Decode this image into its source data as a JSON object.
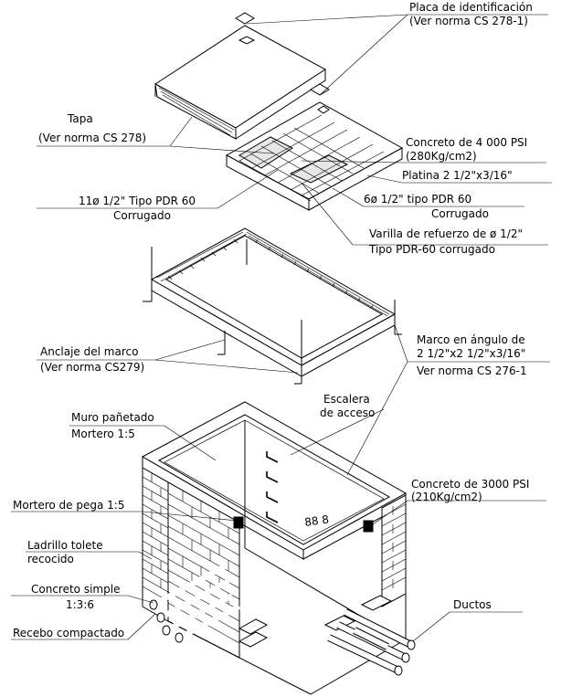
{
  "labels": {
    "placa_1": "Placa de identificación",
    "placa_2": "(Ver norma CS 278-1)",
    "tapa_1": "Tapa",
    "tapa_2": "(Ver norma CS 278)",
    "concreto4000_1": "Concreto de 4 000 PSI",
    "concreto4000_2": "(280Kg/cm2)",
    "platina": "Platina 2 1/2\"x3/16\"",
    "tubos11_1": "11ø 1/2\" Tipo PDR 60",
    "tubos11_2": "Corrugado",
    "tubos6_1": "6ø 1/2\" tipo PDR 60",
    "tubos6_2": "Corrugado",
    "varilla_1": "Varilla de refuerzo de ø 1/2\"",
    "varilla_2": "Tipo  PDR-60 corrugado",
    "anclaje_1": "Anclaje del marco",
    "anclaje_2": "(Ver norma CS279)",
    "marco_1": "Marco en ángulo de",
    "marco_2": "2 1/2\"x2 1/2\"x3/16\"",
    "marco_3": "Ver norma CS 276-1",
    "muro_1": "Muro pañetado",
    "muro_2": "Mortero 1:5",
    "escalera_1": "Escalera",
    "escalera_2": "de acceso",
    "concreto3000_1": "Concreto de 3000 PSI",
    "concreto3000_2": "(210Kg/cm2)",
    "mortero_pega": "Mortero de pega 1:5",
    "ladrillo_1": "Ladrillo tolete",
    "ladrillo_2": "recocido",
    "concreto_simple_1": "Concreto simple",
    "concreto_simple_2": "1:3:6",
    "recebo": "Recebo compactado",
    "ductos": "Ductos",
    "wall_mark": "88 8"
  }
}
